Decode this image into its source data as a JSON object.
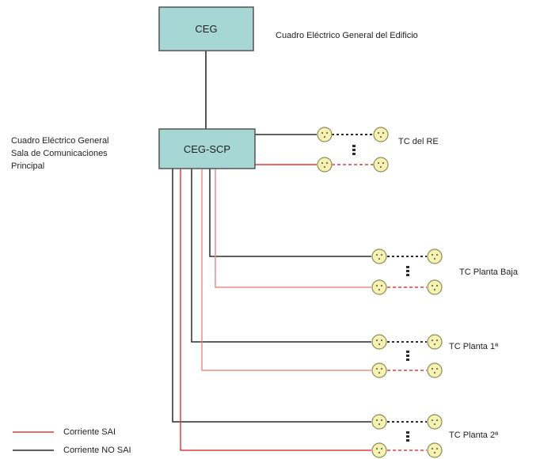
{
  "colors": {
    "box_fill": "#a6d7d5",
    "box_stroke": "#555555",
    "sai_line": "#e23a3a",
    "sai_line_light": "#f08a8a",
    "nosai_line": "#2b2b2b",
    "socket_fill": "#f6f2b4",
    "socket_stroke": "#8a8a55"
  },
  "boxes": {
    "ceg": {
      "label": "CEG",
      "caption": "Cuadro Eléctrico General del Edificio"
    },
    "ceg_scp": {
      "label": "CEG-SCP",
      "caption_lines": [
        "Cuadro Eléctrico General",
        "Sala de Comunicaciones",
        "Principal"
      ]
    }
  },
  "branches": [
    {
      "label": "TC del RE"
    },
    {
      "label": "TC Planta Baja"
    },
    {
      "label": "TC Planta 1ª"
    },
    {
      "label": "TC Planta 2ª"
    }
  ],
  "legend": {
    "sai": "Corriente SAI",
    "nosai": "Corriente NO SAI"
  }
}
